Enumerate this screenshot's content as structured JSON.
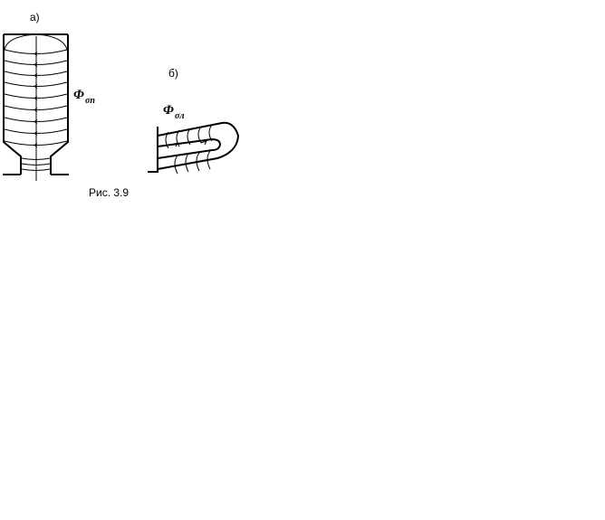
{
  "figure": {
    "label_a": "а)",
    "label_b": "б)",
    "flux_a": {
      "symbol": "Φ",
      "subscript": "σп"
    },
    "flux_b": {
      "symbol": "Φ",
      "subscript": "σл"
    },
    "caption": "Рис. 3.9"
  },
  "colors": {
    "ink": "#000000",
    "background": "#ffffff"
  }
}
